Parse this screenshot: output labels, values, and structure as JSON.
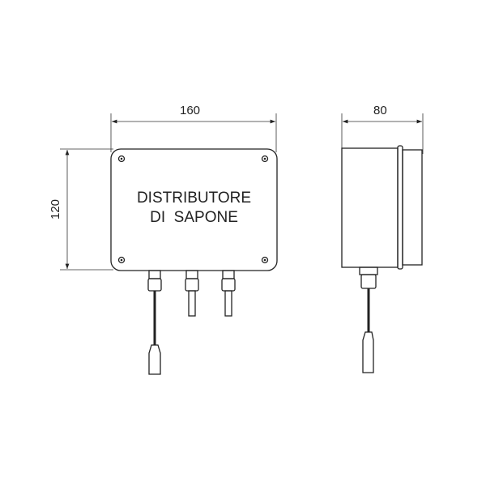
{
  "front_view": {
    "label_line1": "DISTRIBUTORE",
    "label_line2": "DI  SAPONE",
    "width_dimension": "160",
    "height_dimension": "120"
  },
  "side_view": {
    "depth_dimension": "80"
  }
}
